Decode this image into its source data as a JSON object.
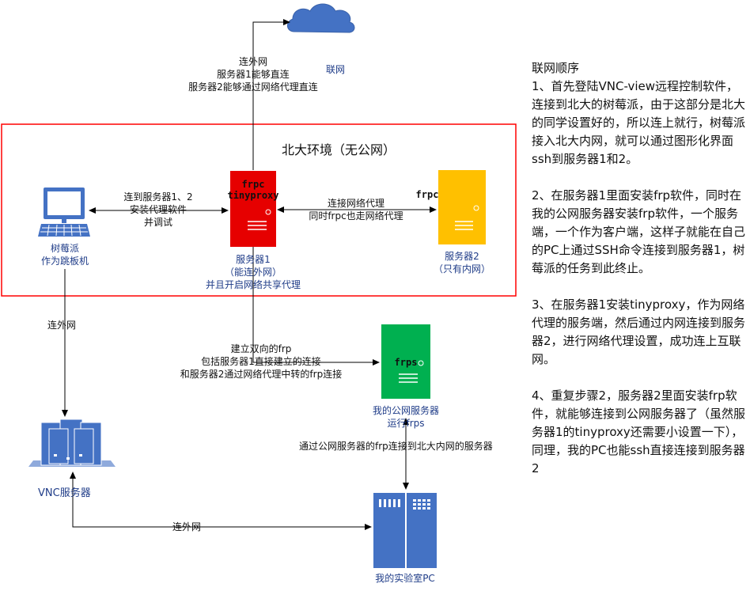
{
  "diagram": {
    "internet": {
      "label": "联网",
      "uplink_label": [
        "连外网",
        "服务器1能够直连",
        "服务器2能够通过网络代理直连"
      ]
    },
    "region": {
      "title": "北大环境（无公网）"
    },
    "raspberry": {
      "label": [
        "树莓派",
        "作为跳板机"
      ]
    },
    "link_rpi_server1": [
      "连到服务器1、2",
      "安装代理软件",
      "并调试"
    ],
    "server1": {
      "tags": [
        "frpc",
        "tinyproxy"
      ],
      "label": [
        "服务器1",
        "（能连外网）",
        "并且开启网络共享代理"
      ],
      "color": "#e60000"
    },
    "link_server1_server2": [
      "连接网络代理",
      "同时frpc也走网络代理"
    ],
    "server2": {
      "tag": "frpc",
      "label": [
        "服务器2",
        "（只有内网）"
      ],
      "color": "#ffc000"
    },
    "rpi_vnc_link": "连外网",
    "vnc": {
      "label": "VNC服务器"
    },
    "frp_link": [
      "建立双向的frp",
      "包括服务器1直接建立的连接",
      "和服务器2通过网络代理中转的frp连接"
    ],
    "public_server": {
      "tag": "frps",
      "label": [
        "我的公网服务器",
        "运行frps"
      ],
      "color": "#00b050"
    },
    "lab_link": "通过公网服务器的frp连接到北大内网的服务器",
    "vnc_lab_link": "连外网",
    "lab_pc": {
      "label": "我的实验室PC"
    },
    "colors": {
      "icon_blue": "#4472c4",
      "region_border": "#ff0000"
    }
  },
  "notes": {
    "title": "联网顺序",
    "steps": [
      "1、首先登陆VNC-view远程控制软件，连接到北大的树莓派，由于这部分是北大的同学设置好的，所以连上就行，树莓派接入北大内网，就可以通过图形化界面ssh到服务器1和2。",
      "2、在服务器1里面安装frp软件，同时在我的公网服务器安装frp软件，一个服务端，一个作为客户端，这样子就能在自己的PC上通过SSH命令连接到服务器1，树莓派的任务到此终止。",
      "3、在服务器1安装tinyproxy，作为网络代理的服务端，然后通过内网连接到服务器2，进行网络代理设置，成功连上互联网。",
      "4、重复步骤2，服务器2里面安装frp软件，就能够连接到公网服务器了（虽然服务器1的tinyproxy还需要小设置一下），同理，我的PC也能ssh直接连接到服务器2"
    ]
  }
}
